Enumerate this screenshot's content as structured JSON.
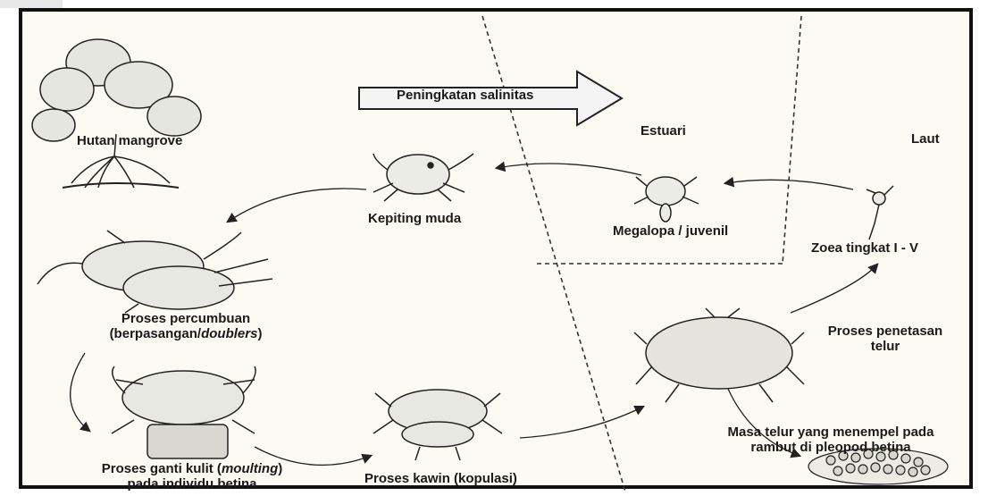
{
  "diagram": {
    "salinity_arrow": "Peningkatan salinitas",
    "zones": {
      "estuary": "Estuari",
      "sea": "Laut"
    },
    "habitat": "Hutan  mangrove",
    "stages": {
      "young_crab": "Kepiting muda",
      "megalopa": "Megalopa / juvenil",
      "zoea": "Zoea  tingkat I - V",
      "courtship_line1": "Proses percumbuan",
      "courtship_line2_pre": "(berpasangan/",
      "courtship_line2_italic": "doublers",
      "courtship_line2_post": ")",
      "hatching_line1": "Proses penetasan",
      "hatching_line2": "telur",
      "moulting_line1_pre": "Proses ganti kulit (",
      "moulting_line1_italic": "moulting",
      "moulting_line1_post": ")",
      "moulting_line2": "pada individu betina",
      "mating": "Proses kawin (kopulasi)",
      "egg_mass_line1": "Masa telur yang menempel pada",
      "egg_mass_line2": "rambut  di pleopod betina"
    }
  }
}
